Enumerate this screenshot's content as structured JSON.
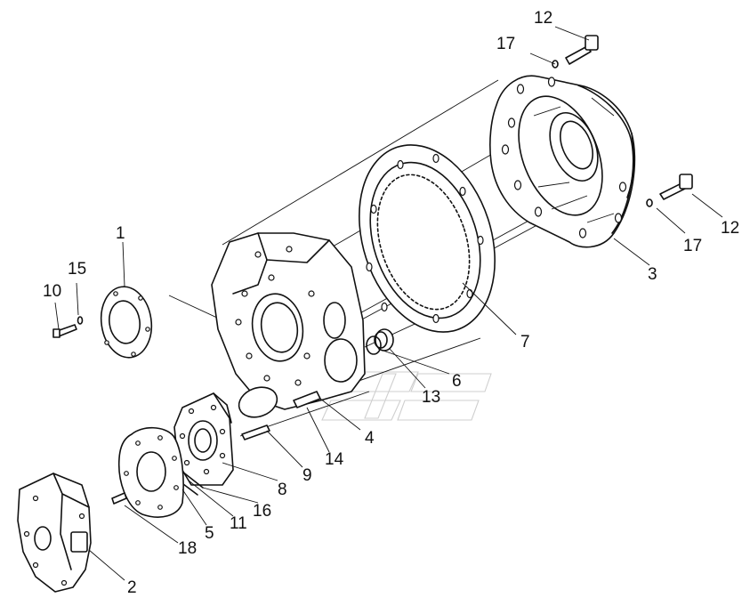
{
  "callouts": [
    {
      "id": "c1",
      "text": "1"
    },
    {
      "id": "c2",
      "text": "2"
    },
    {
      "id": "c3",
      "text": "3"
    },
    {
      "id": "c4",
      "text": "4"
    },
    {
      "id": "c5",
      "text": "5"
    },
    {
      "id": "c6",
      "text": "6"
    },
    {
      "id": "c7",
      "text": "7"
    },
    {
      "id": "c8",
      "text": "8"
    },
    {
      "id": "c9",
      "text": "9"
    },
    {
      "id": "c10",
      "text": "10"
    },
    {
      "id": "c11",
      "text": "11"
    },
    {
      "id": "c12a",
      "text": "12"
    },
    {
      "id": "c12b",
      "text": "12"
    },
    {
      "id": "c13",
      "text": "13"
    },
    {
      "id": "c14",
      "text": "14"
    },
    {
      "id": "c15",
      "text": "15"
    },
    {
      "id": "c16",
      "text": "16"
    },
    {
      "id": "c17a",
      "text": "17"
    },
    {
      "id": "c17b",
      "text": "17"
    },
    {
      "id": "c18",
      "text": "18"
    }
  ],
  "colors": {
    "ink": "#111111",
    "watermark": "#cfcfcf",
    "background": "#ffffff"
  }
}
